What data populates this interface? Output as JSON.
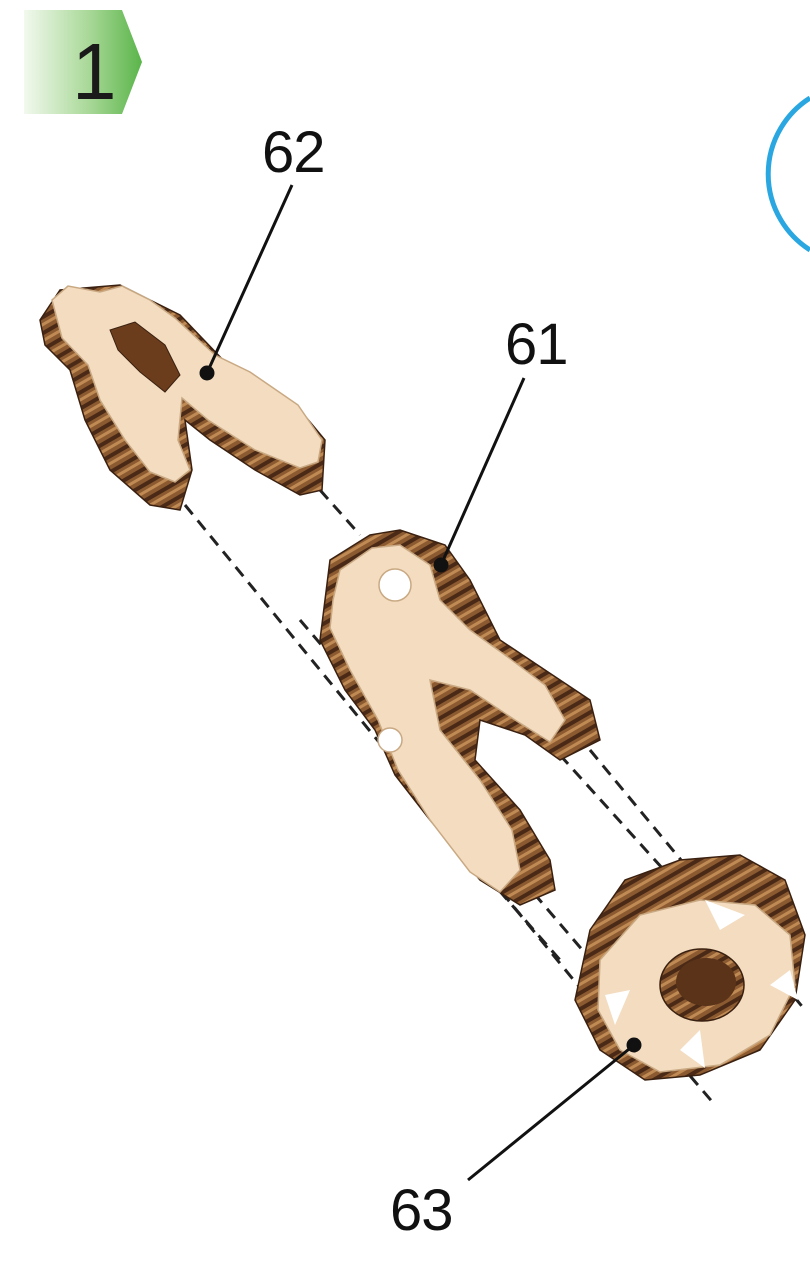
{
  "step": {
    "number": "1"
  },
  "callouts": [
    {
      "id": "62",
      "label": "62"
    },
    {
      "id": "61",
      "label": "61"
    },
    {
      "id": "63",
      "label": "63"
    }
  ],
  "colors": {
    "badge_gradient_start": "#f2f9ee",
    "badge_gradient_end": "#5ab54a",
    "wood_face": "#f3dcbf",
    "wood_dark": "#4a2a16",
    "wood_mid": "#8b5a30",
    "wood_light": "#c08a54",
    "zoom_circle": "#2aa7e0"
  }
}
